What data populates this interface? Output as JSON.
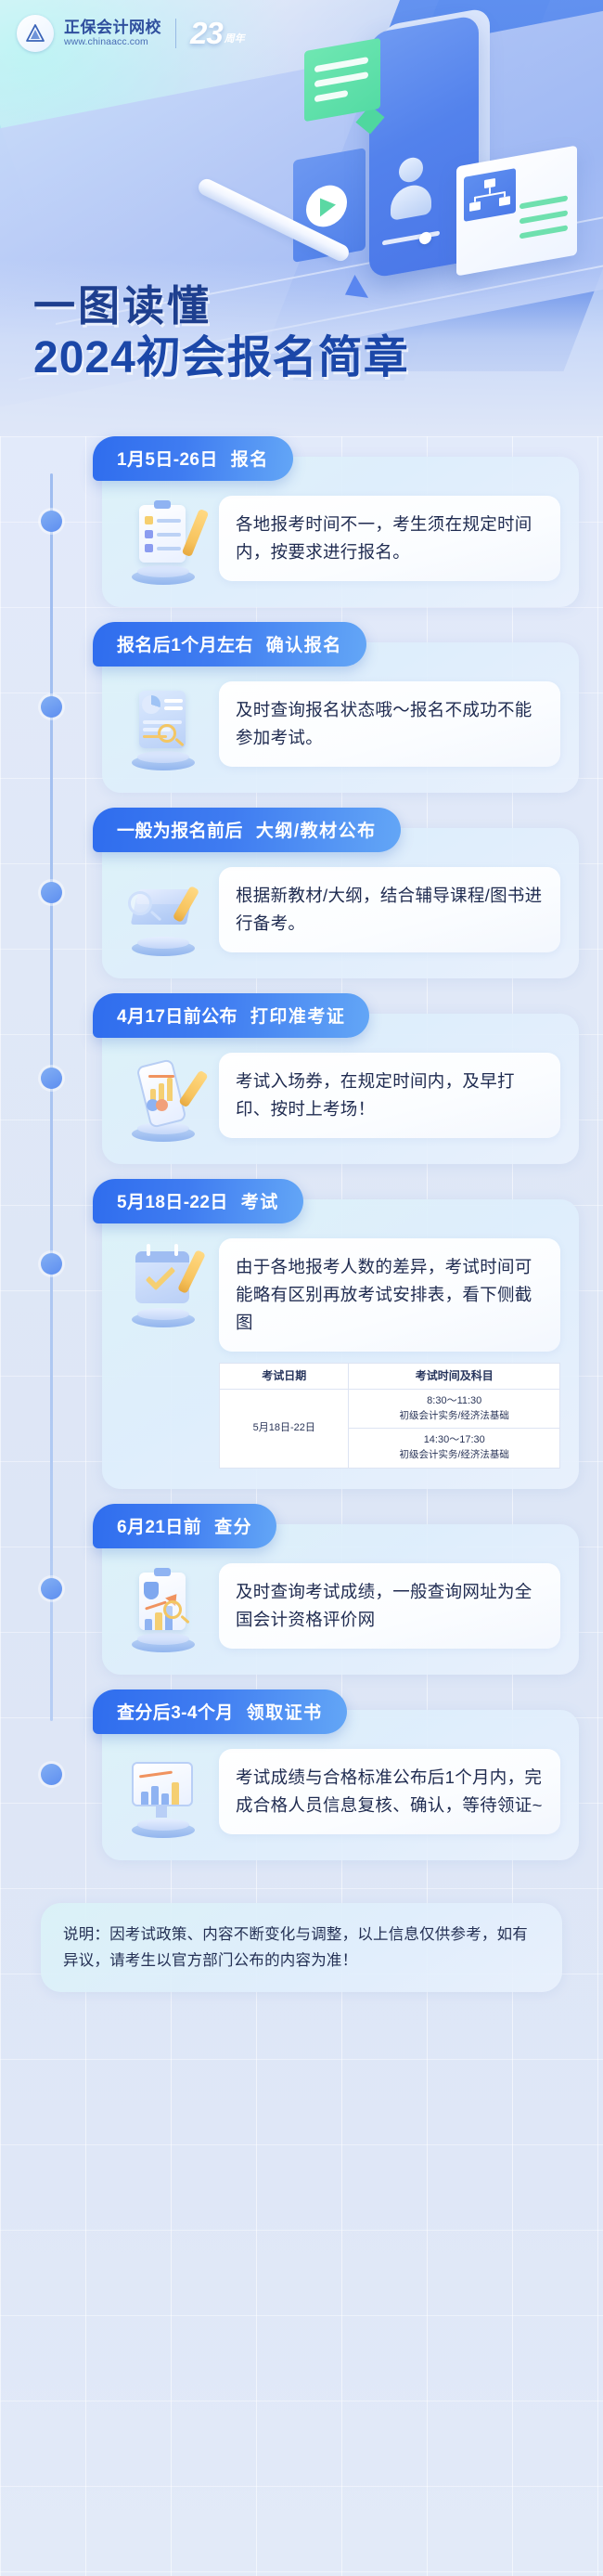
{
  "brand": {
    "logo_icon": "chinaacc-triangle-logo",
    "name_cn": "正保会计网校",
    "url": "www.chinaacc.com",
    "anniversary_number": "23",
    "anniversary_unit": "周年"
  },
  "hero": {
    "headline_line1": "一图读懂",
    "headline_line2": "2024初会报名简章"
  },
  "steps": [
    {
      "date": "1月5日-26日",
      "label": "报名",
      "icon": "clipboard-checklist-icon",
      "text": "各地报考时间不一，考生须在规定时间内，按要求进行报名。"
    },
    {
      "date": "报名后1个月左右",
      "label": "确认报名",
      "icon": "document-search-icon",
      "text": "及时查询报名状态哦～报名不成功不能参加考试。"
    },
    {
      "date": "一般为报名前后",
      "label": "大纲/教材公布",
      "icon": "book-magnifier-icon",
      "text": "根据新教材/大纲，结合辅导课程/图书进行备考。"
    },
    {
      "date": "4月17日前公布",
      "label": "打印准考证",
      "icon": "mobile-report-icon",
      "text": "考试入场券，在规定时间内，及早打印、按时上考场！"
    },
    {
      "date": "5月18日-22日",
      "label": "考试",
      "icon": "calendar-check-icon",
      "text": "由于各地报考人数的差异，考试时间可能略有区别再放考试安排表，看下侧截图",
      "table": {
        "headers": [
          "考试日期",
          "考试时间及科目"
        ],
        "date_value": "5月18日-22日",
        "slots": [
          {
            "time": "8:30～11:30",
            "subjects": "初级会计实务/经济法基础"
          },
          {
            "time": "14:30～17:30",
            "subjects": "初级会计实务/经济法基础"
          }
        ]
      }
    },
    {
      "date": "6月21日前",
      "label": "查分",
      "icon": "score-chart-icon",
      "text": "及时查询考试成绩，一般查询网址为全国会计资格评价网"
    },
    {
      "date": "查分后3-4个月",
      "label": "领取证书",
      "icon": "certificate-monitor-icon",
      "text": "考试成绩与合格标准公布后1个月内，完成合格人员信息复核、确认，等待领证~"
    }
  ],
  "footer": {
    "note": "说明：因考试政策、内容不断变化与调整，以上信息仅供参考，如有异议，请考生以官方部门公布的内容为准！"
  },
  "colors": {
    "pill_start": "#2f6dee",
    "pill_end": "#63a6f6",
    "headline": "#1b47a8",
    "rail": "#a9c4f1",
    "text_body": "#1f2b50"
  }
}
